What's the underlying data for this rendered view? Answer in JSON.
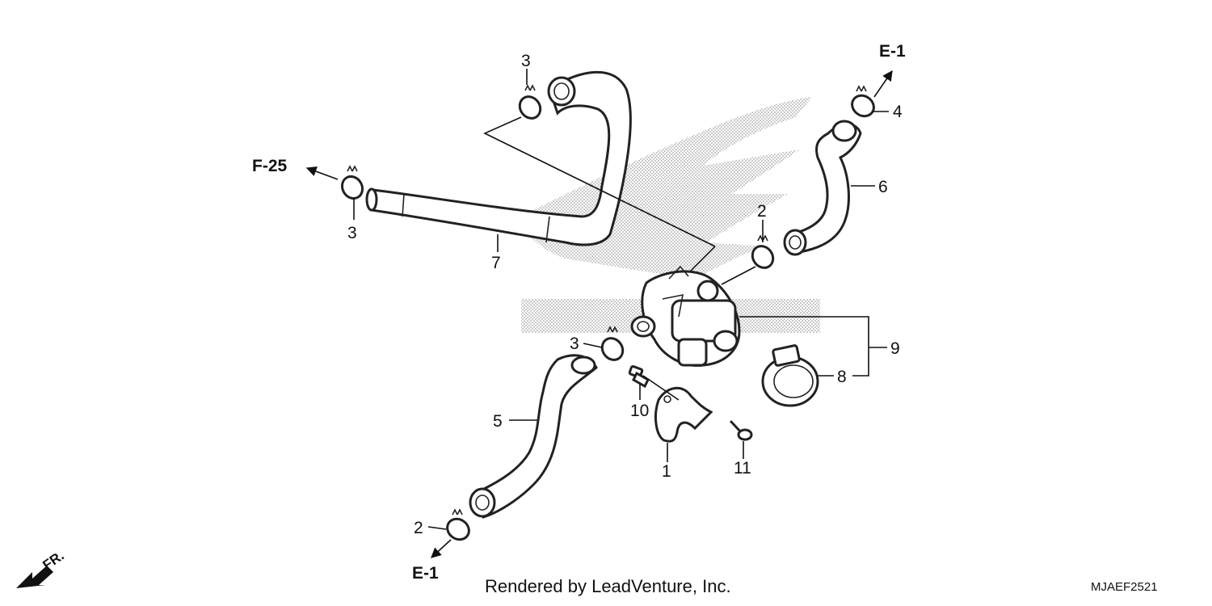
{
  "callouts": {
    "c1": "1",
    "c2a": "2",
    "c2b": "2",
    "c3a": "3",
    "c3b": "3",
    "c3c": "3",
    "c4": "4",
    "c5": "5",
    "c6": "6",
    "c7": "7",
    "c8": "8",
    "c9": "9",
    "c10": "10",
    "c11": "11"
  },
  "references": {
    "f25": "F-25",
    "e1_top": "E-1",
    "e1_bottom": "E-1",
    "front": "FR."
  },
  "footer": {
    "rendered_by": "Rendered by LeadVenture, Inc.",
    "diagram_code": "MJAEF2521"
  }
}
